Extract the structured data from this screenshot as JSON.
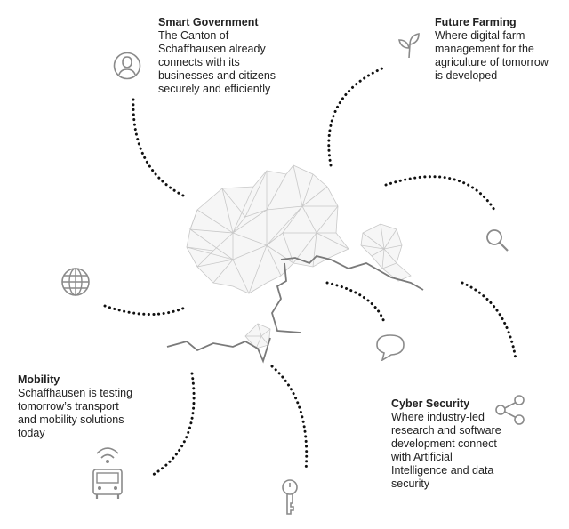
{
  "topics": {
    "smart_government": {
      "title": "Smart Government",
      "body": "The Canton of\nSchaffhausen already\nconnects with its\nbusinesses and citizens\nsecurely and efficiently"
    },
    "future_farming": {
      "title": "Future Farming",
      "body": "Where digital farm\nmanagement for the\nagriculture of tomorrow\nis developed"
    },
    "mobility": {
      "title": "Mobility",
      "body": "Schaffhausen is testing\ntomorrow’s transport\nand mobility solutions\ntoday"
    },
    "cyber_security": {
      "title": "Cyber Security",
      "body": "Where industry-led\nresearch and software\ndevelopment connect\nwith Artificial\nIntelligence and data\nsecurity"
    }
  },
  "icons": [
    "person-icon",
    "sprout-icon",
    "search-icon",
    "globe-icon",
    "speech-bubble-icon",
    "share-icon",
    "bus-icon",
    "key-icon"
  ],
  "colors": {
    "text": "#222222",
    "icon": "#8a8a8a",
    "dots": "#111111",
    "map_mesh": "#c8c8c8",
    "border_line": "#7a7a7a"
  }
}
